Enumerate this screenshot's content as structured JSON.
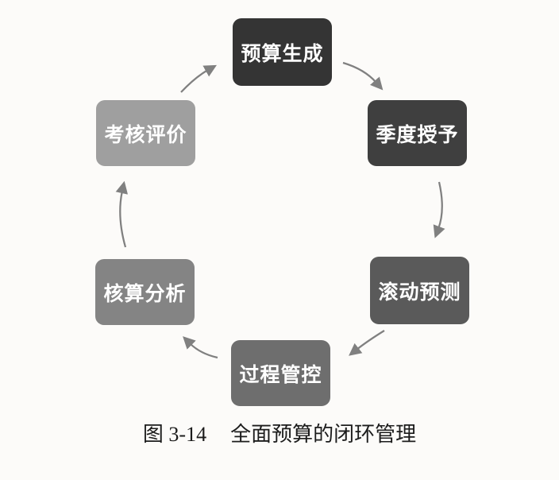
{
  "page": {
    "background": "#fcfbf9",
    "kind": "book-figure"
  },
  "diagram": {
    "type": "circular-flow",
    "direction": "clockwise",
    "arrow_color": "#808080",
    "node_text_color": "#ffffff",
    "nodes": [
      {
        "id": "budget-generation",
        "label": "预算生成",
        "color": "#343434"
      },
      {
        "id": "quarterly-grant",
        "label": "季度授予",
        "color": "#3f3f3f"
      },
      {
        "id": "rolling-forecast",
        "label": "滚动预测",
        "color": "#5a5a5a"
      },
      {
        "id": "process-control",
        "label": "过程管控",
        "color": "#6e6e6e"
      },
      {
        "id": "accounting-analysis",
        "label": "核算分析",
        "color": "#848484"
      },
      {
        "id": "assessment-review",
        "label": "考核评价",
        "color": "#9f9f9f"
      }
    ],
    "flow_order": [
      "预算生成",
      "季度授予",
      "滚动预测",
      "过程管控",
      "核算分析",
      "考核评价",
      "预算生成"
    ]
  },
  "caption": {
    "figure_number": "图 3-14",
    "title": "全面预算的闭环管理",
    "color": "#1c1c1c"
  }
}
